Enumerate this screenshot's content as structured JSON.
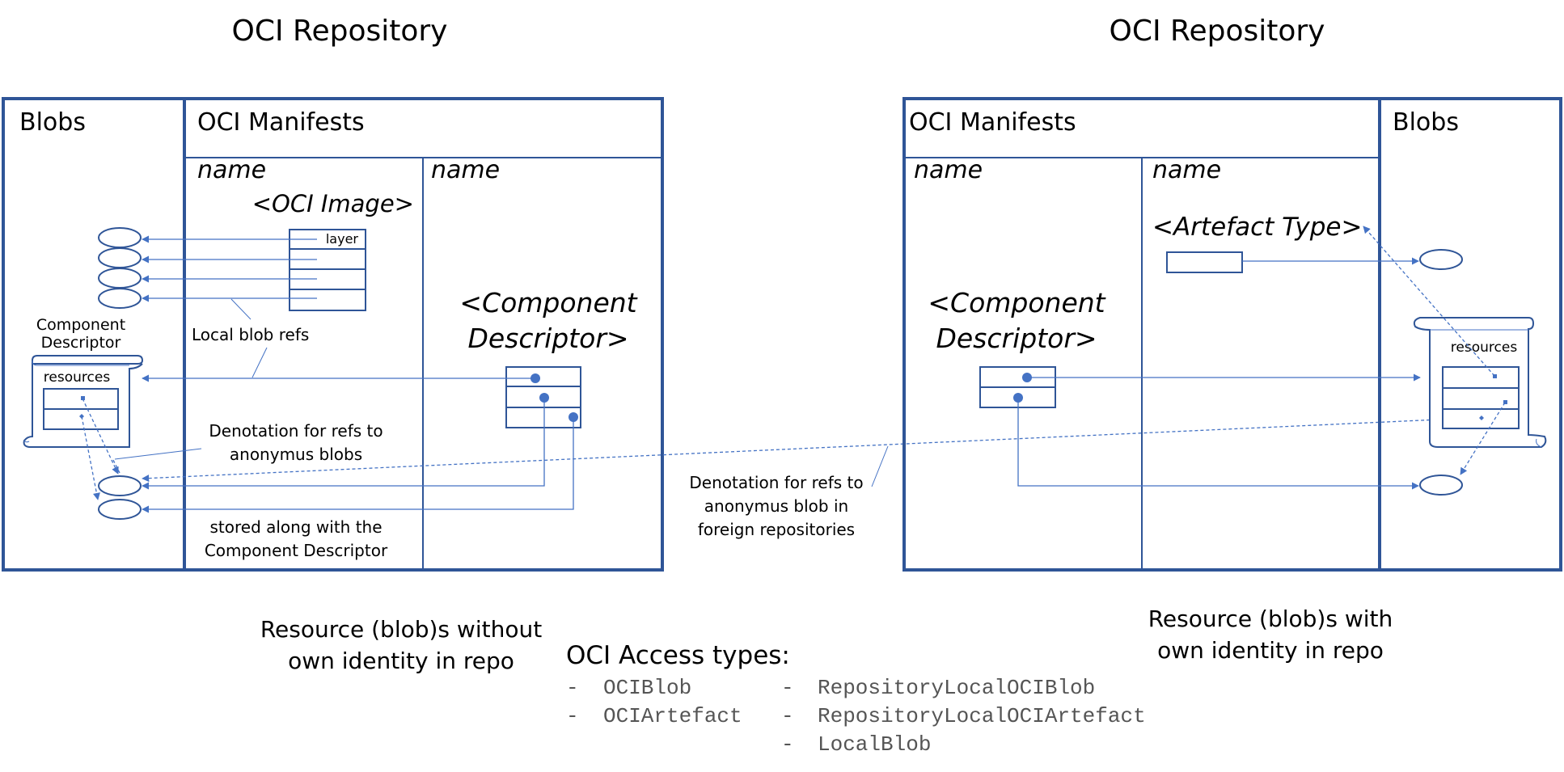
{
  "colors": {
    "frame": "#2F5597",
    "arrow": "#4472C4",
    "text": "#000000",
    "code": "#555555"
  },
  "left_repo": {
    "title": "OCI Repository",
    "blobs_label": "Blobs",
    "manifests_label": "OCI Manifests",
    "col1_name": "name",
    "col2_name": "name",
    "oci_image_label": "<OCI Image>",
    "layer_label": "layer",
    "cd_label_line1": "Component",
    "cd_label_line2": "Descriptor",
    "resources_label": "resources",
    "local_blob_refs": "Local blob refs",
    "component_descriptor_line1": "<Component",
    "component_descriptor_line2": "Descriptor>",
    "denotation_line1": "Denotation for refs to",
    "denotation_line2": "anonymus blobs",
    "stored_line1": "stored along with the",
    "stored_line2": "Component Descriptor",
    "caption_line1": "Resource (blob)s without",
    "caption_line2": "own identity in repo"
  },
  "right_repo": {
    "title": "OCI Repository",
    "manifests_label": "OCI Manifests",
    "blobs_label": "Blobs",
    "col1_name": "name",
    "col2_name": "name",
    "artefact_type_label": "<Artefact Type>",
    "component_descriptor_line1": "<Component",
    "component_descriptor_line2": "Descriptor>",
    "resources_label": "resources",
    "caption_line1": "Resource (blob)s with",
    "caption_line2": "own identity in repo"
  },
  "middle": {
    "denotation_line1": "Denotation for refs to",
    "denotation_line2": "anonymus blob in",
    "denotation_line3": "foreign repositories"
  },
  "access_types": {
    "title": "OCI Access types:",
    "left_list": [
      "OCIBlob",
      "OCIArtefact"
    ],
    "right_list": [
      "RepositoryLocalOCIBlob",
      "RepositoryLocalOCIArtefact",
      "LocalBlob"
    ],
    "bullet": "-"
  }
}
